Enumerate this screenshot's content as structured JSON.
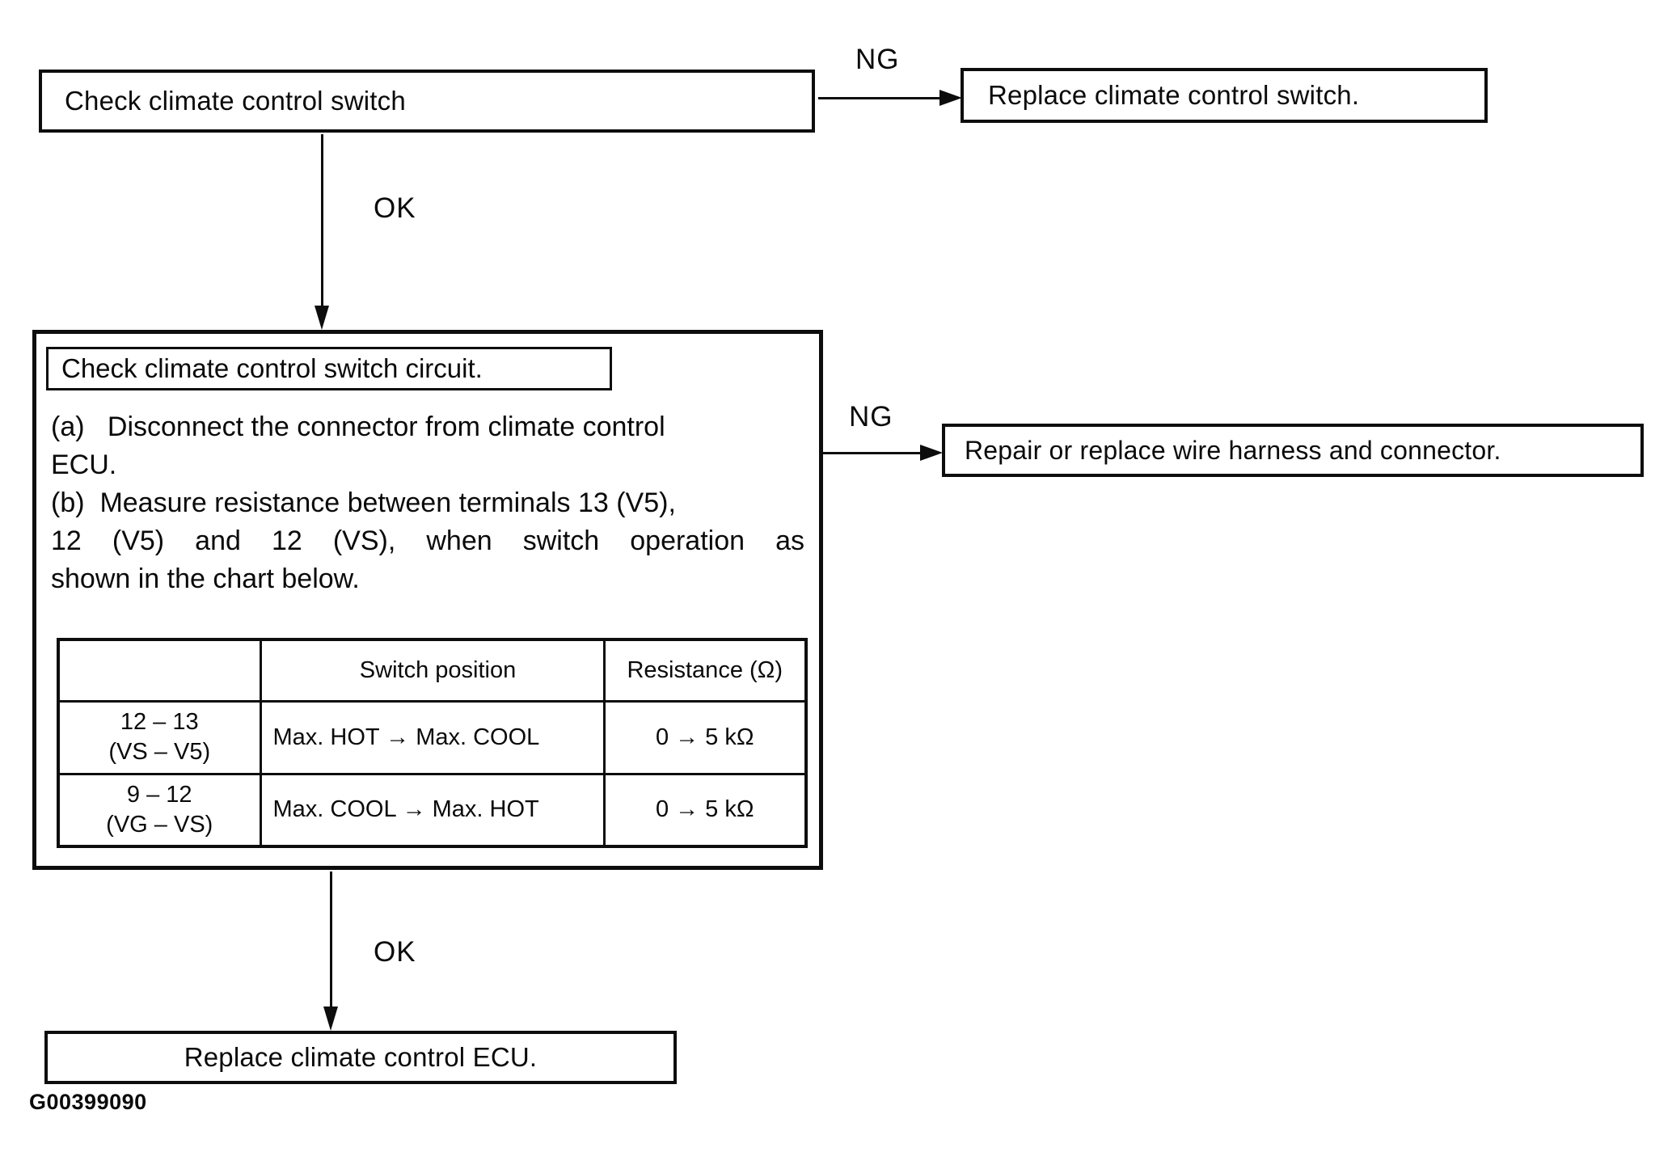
{
  "figure_id": "G00399090",
  "edge_labels": {
    "ng_top": "NG",
    "ok_top": "OK",
    "ng_mid": "NG",
    "ok_bottom": "OK"
  },
  "boxes": {
    "check_switch": {
      "label": "Check climate control switch"
    },
    "replace_switch": {
      "label": "Replace climate control switch."
    },
    "repair_harness": {
      "label": "Repair or replace wire harness and connector."
    },
    "replace_ecu": {
      "label": "Replace climate control ECU."
    },
    "check_circuit": {
      "title": "Check climate control switch circuit.",
      "body_lines": [
        "(a)   Disconnect the connector from climate control",
        "ECU.",
        "(b)  Measure resistance between terminals 13 (V5),",
        "12 (V5) and 12 (VS), when switch operation as",
        "shown in the chart below."
      ]
    }
  },
  "table": {
    "headers": [
      "",
      "Switch position",
      "Resistance (Ω)"
    ],
    "rows": [
      {
        "pins_line1": "12 – 13",
        "pins_line2": "(VS – V5)",
        "switch_position": "Max. HOT → Max. COOL",
        "resistance": "0 → 5 kΩ"
      },
      {
        "pins_line1": "9 – 12",
        "pins_line2": "(VG – VS)",
        "switch_position": "Max. COOL → Max. HOT",
        "resistance": "0 → 5 kΩ"
      }
    ]
  }
}
